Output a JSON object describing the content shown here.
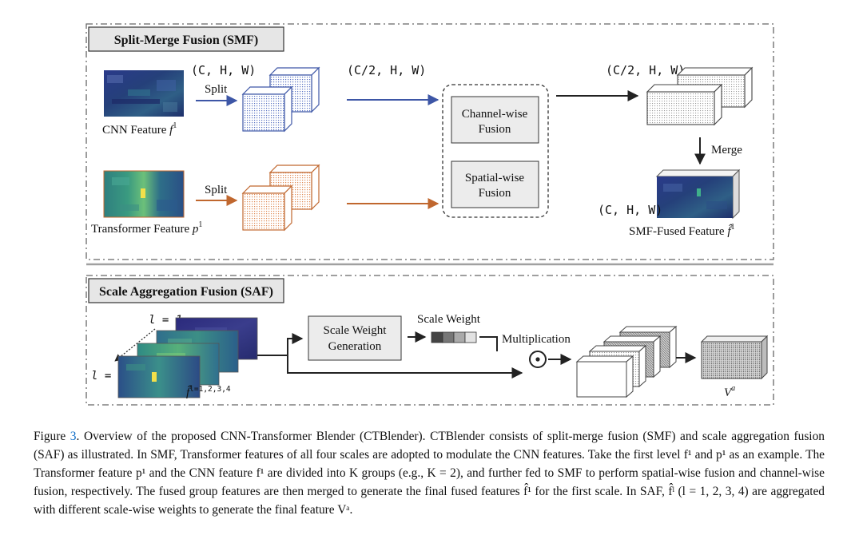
{
  "smf": {
    "title": "Split-Merge Fusion (SMF)",
    "dims_chw": "(C, H, W)",
    "dims_half_cnn": "(C/2, H, W)",
    "dims_half_out": "(C/2, H, W)",
    "dims_fused": "(C, H, W)",
    "split_cnn": "Split",
    "split_trans": "Split",
    "cnn_feature": "CNN Feature",
    "cnn_symbol": "f",
    "cnn_sup": "1",
    "trans_feature": "Transformer Feature",
    "trans_symbol": "p",
    "trans_sup": "1",
    "channel_fusion_line1": "Channel-wise",
    "channel_fusion_line2": "Fusion",
    "spatial_fusion_line1": "Spatial-wise",
    "spatial_fusion_line2": "Fusion",
    "merge": "Merge",
    "fused_feature": "SMF-Fused Feature",
    "fused_symbol": "f̂",
    "fused_sup": "1"
  },
  "saf": {
    "title": "Scale Aggregation Fusion (SAF)",
    "l1": "l = 1",
    "l4": "l = 4",
    "stack_symbol": "f̂",
    "stack_sup": "l=1,2,3,4",
    "weight_gen_line1": "Scale Weight",
    "weight_gen_line2": "Generation",
    "scale_weight": "Scale Weight",
    "multiplication": "Multiplication",
    "output_symbol": "V",
    "output_sup": "a"
  },
  "caption": {
    "figure_label": "Figure",
    "figure_number": "3",
    "body": ". Overview of the proposed CNN-Transformer Blender (CTBlender). CTBlender consists of split-merge fusion (SMF) and scale aggregation fusion (SAF) as illustrated. In SMF, Transformer features of all four scales are adopted to modulate the CNN features. Take the first level f¹ and p¹ as an example. The Transformer feature p¹ and the CNN feature f¹ are divided into K groups (e.g., K = 2), and further fed to SMF to perform spatial-wise fusion and channel-wise fusion, respectively. The fused group features are then merged to generate the final fused features f̂¹ for the first scale. In SAF, f̂ˡ (l = 1, 2, 3, 4) are aggregated with different scale-wise weights to generate the final feature Vᵃ."
  },
  "colors": {
    "cnn_blue": "#3d56a6",
    "trans_orange": "#c0672e",
    "dash_border": "#666666",
    "separator": "#a0a0a0"
  }
}
